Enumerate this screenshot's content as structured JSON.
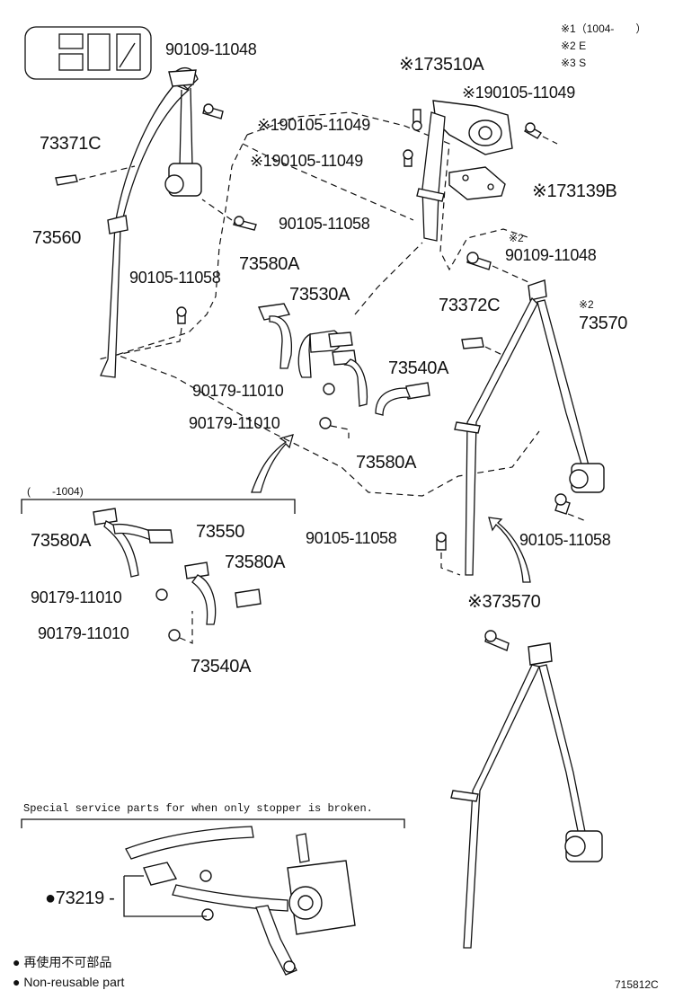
{
  "header": {
    "mark1": "※1（1004-　　）",
    "mark2": "※2 E",
    "mark3": "※3 S"
  },
  "labels": {
    "p90109_11048_top": "90109-11048",
    "p73371C": "73371C",
    "p73560": "73560",
    "p90105_11058_left": "90105-11058",
    "p90105_11058_mid": "90105-11058",
    "p73510A": "※173510A",
    "p90105_11049_a": "※190105-11049",
    "p90105_11049_b": "※190105-11049",
    "p90105_11049_c": "※190105-11049",
    "p73139B": "※173139B",
    "p90109_11048_right": "90109-11048",
    "p_mark2_a": "※2",
    "p73580A_top": "73580A",
    "p73530A": "73530A",
    "p73372C": "73372C",
    "p73570_top": "73570",
    "p_mark2_b": "※2",
    "p73540A_main": "73540A",
    "p90179_11010_a": "90179-11010",
    "p90179_11010_b": "90179-11010",
    "p73580A_main": "73580A",
    "p90105_11058_right": "90105-11058",
    "p90105_11058_bot": "90105-11058",
    "p73570_s": "※373570",
    "bracket_note": "(　　-1004)",
    "p73580A_left": "73580A",
    "p73550": "73550",
    "p73580A_sub": "73580A",
    "p90179_11010_c": "90179-11010",
    "p90179_11010_d": "90179-11010",
    "p73540A_sub": "73540A",
    "special_note": "Special service parts for when only stopper is broken.",
    "p73219": "●73219 -"
  },
  "legend": {
    "jp": "● 再使用不可部品",
    "en": "● Non-reusable part"
  },
  "footer": {
    "code": "715812C"
  }
}
